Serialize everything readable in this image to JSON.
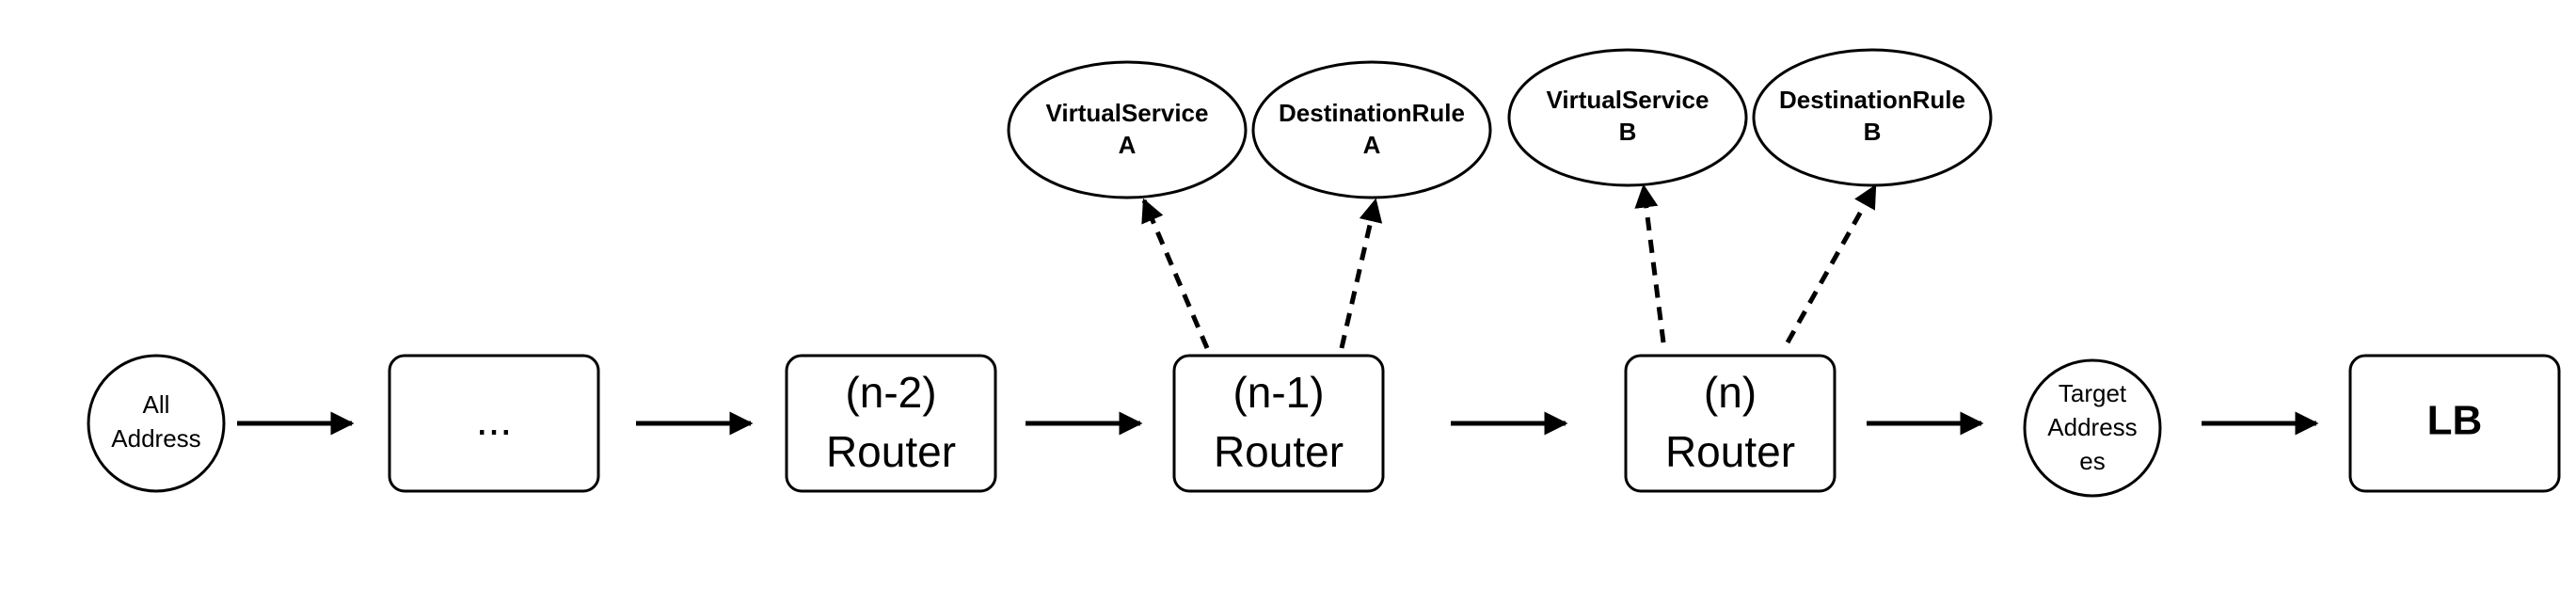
{
  "nodes": {
    "all_address": {
      "lines": [
        "All",
        "Address"
      ]
    },
    "ellipsis_box": {
      "lines": [
        "..."
      ]
    },
    "router_n2": {
      "lines": [
        "(n-2)",
        "Router"
      ]
    },
    "router_n1": {
      "lines": [
        "(n-1)",
        "Router"
      ]
    },
    "router_n": {
      "lines": [
        "(n)",
        "Router"
      ]
    },
    "target_addresses": {
      "lines": [
        "Target",
        "Address",
        "es"
      ]
    },
    "lb": {
      "lines": [
        "LB"
      ]
    },
    "virtualservice_a": {
      "lines": [
        "VirtualService",
        "A"
      ]
    },
    "destinationrule_a": {
      "lines": [
        "DestinationRule",
        "A"
      ]
    },
    "virtualservice_b": {
      "lines": [
        "VirtualService",
        "B"
      ]
    },
    "destinationrule_b": {
      "lines": [
        "DestinationRule",
        "B"
      ]
    }
  },
  "edges": [
    {
      "from": "all_address",
      "to": "ellipsis_box",
      "style": "solid"
    },
    {
      "from": "ellipsis_box",
      "to": "router_n2",
      "style": "solid"
    },
    {
      "from": "router_n2",
      "to": "router_n1",
      "style": "solid"
    },
    {
      "from": "router_n1",
      "to": "router_n",
      "style": "solid"
    },
    {
      "from": "router_n",
      "to": "target_addresses",
      "style": "solid"
    },
    {
      "from": "target_addresses",
      "to": "lb",
      "style": "solid"
    },
    {
      "from": "router_n1",
      "to": "virtualservice_a",
      "style": "dashed"
    },
    {
      "from": "router_n1",
      "to": "destinationrule_a",
      "style": "dashed"
    },
    {
      "from": "router_n",
      "to": "virtualservice_b",
      "style": "dashed"
    },
    {
      "from": "router_n",
      "to": "destinationrule_b",
      "style": "dashed"
    }
  ],
  "colors": {
    "stroke": "#000000",
    "background": "#ffffff"
  }
}
